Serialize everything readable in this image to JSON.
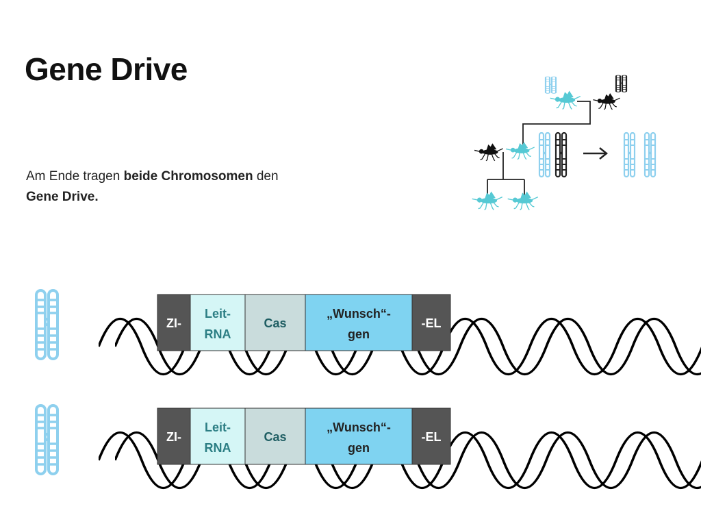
{
  "slide": {
    "title": "Gene Drive",
    "subtitle_part1": "Am Ende tragen ",
    "subtitle_bold1": "beide Chromosomen",
    "subtitle_part2": " den",
    "subtitle_bold2": "Gene Drive."
  },
  "colors": {
    "dark_gray": "#555555",
    "light_cyan": "#d5f6f6",
    "gray_blue": "#c9dcdc",
    "sky_blue": "#7fd3f1",
    "chromosome_blue": "#8ed0ee",
    "mosquito_cyan": "#56c9d4",
    "text_teal": "#2c7e84"
  },
  "construct": {
    "segments": [
      {
        "line1": "ZI-",
        "line2": ""
      },
      {
        "line1": "Leit-",
        "line2": "RNA"
      },
      {
        "line1": "Cas",
        "line2": ""
      },
      {
        "line1": "„Wunsch“-",
        "line2": "gen"
      },
      {
        "line1": "-EL",
        "line2": ""
      }
    ]
  },
  "icons": [
    "chromosome-icon",
    "mosquito-icon",
    "arrow-right-icon"
  ]
}
